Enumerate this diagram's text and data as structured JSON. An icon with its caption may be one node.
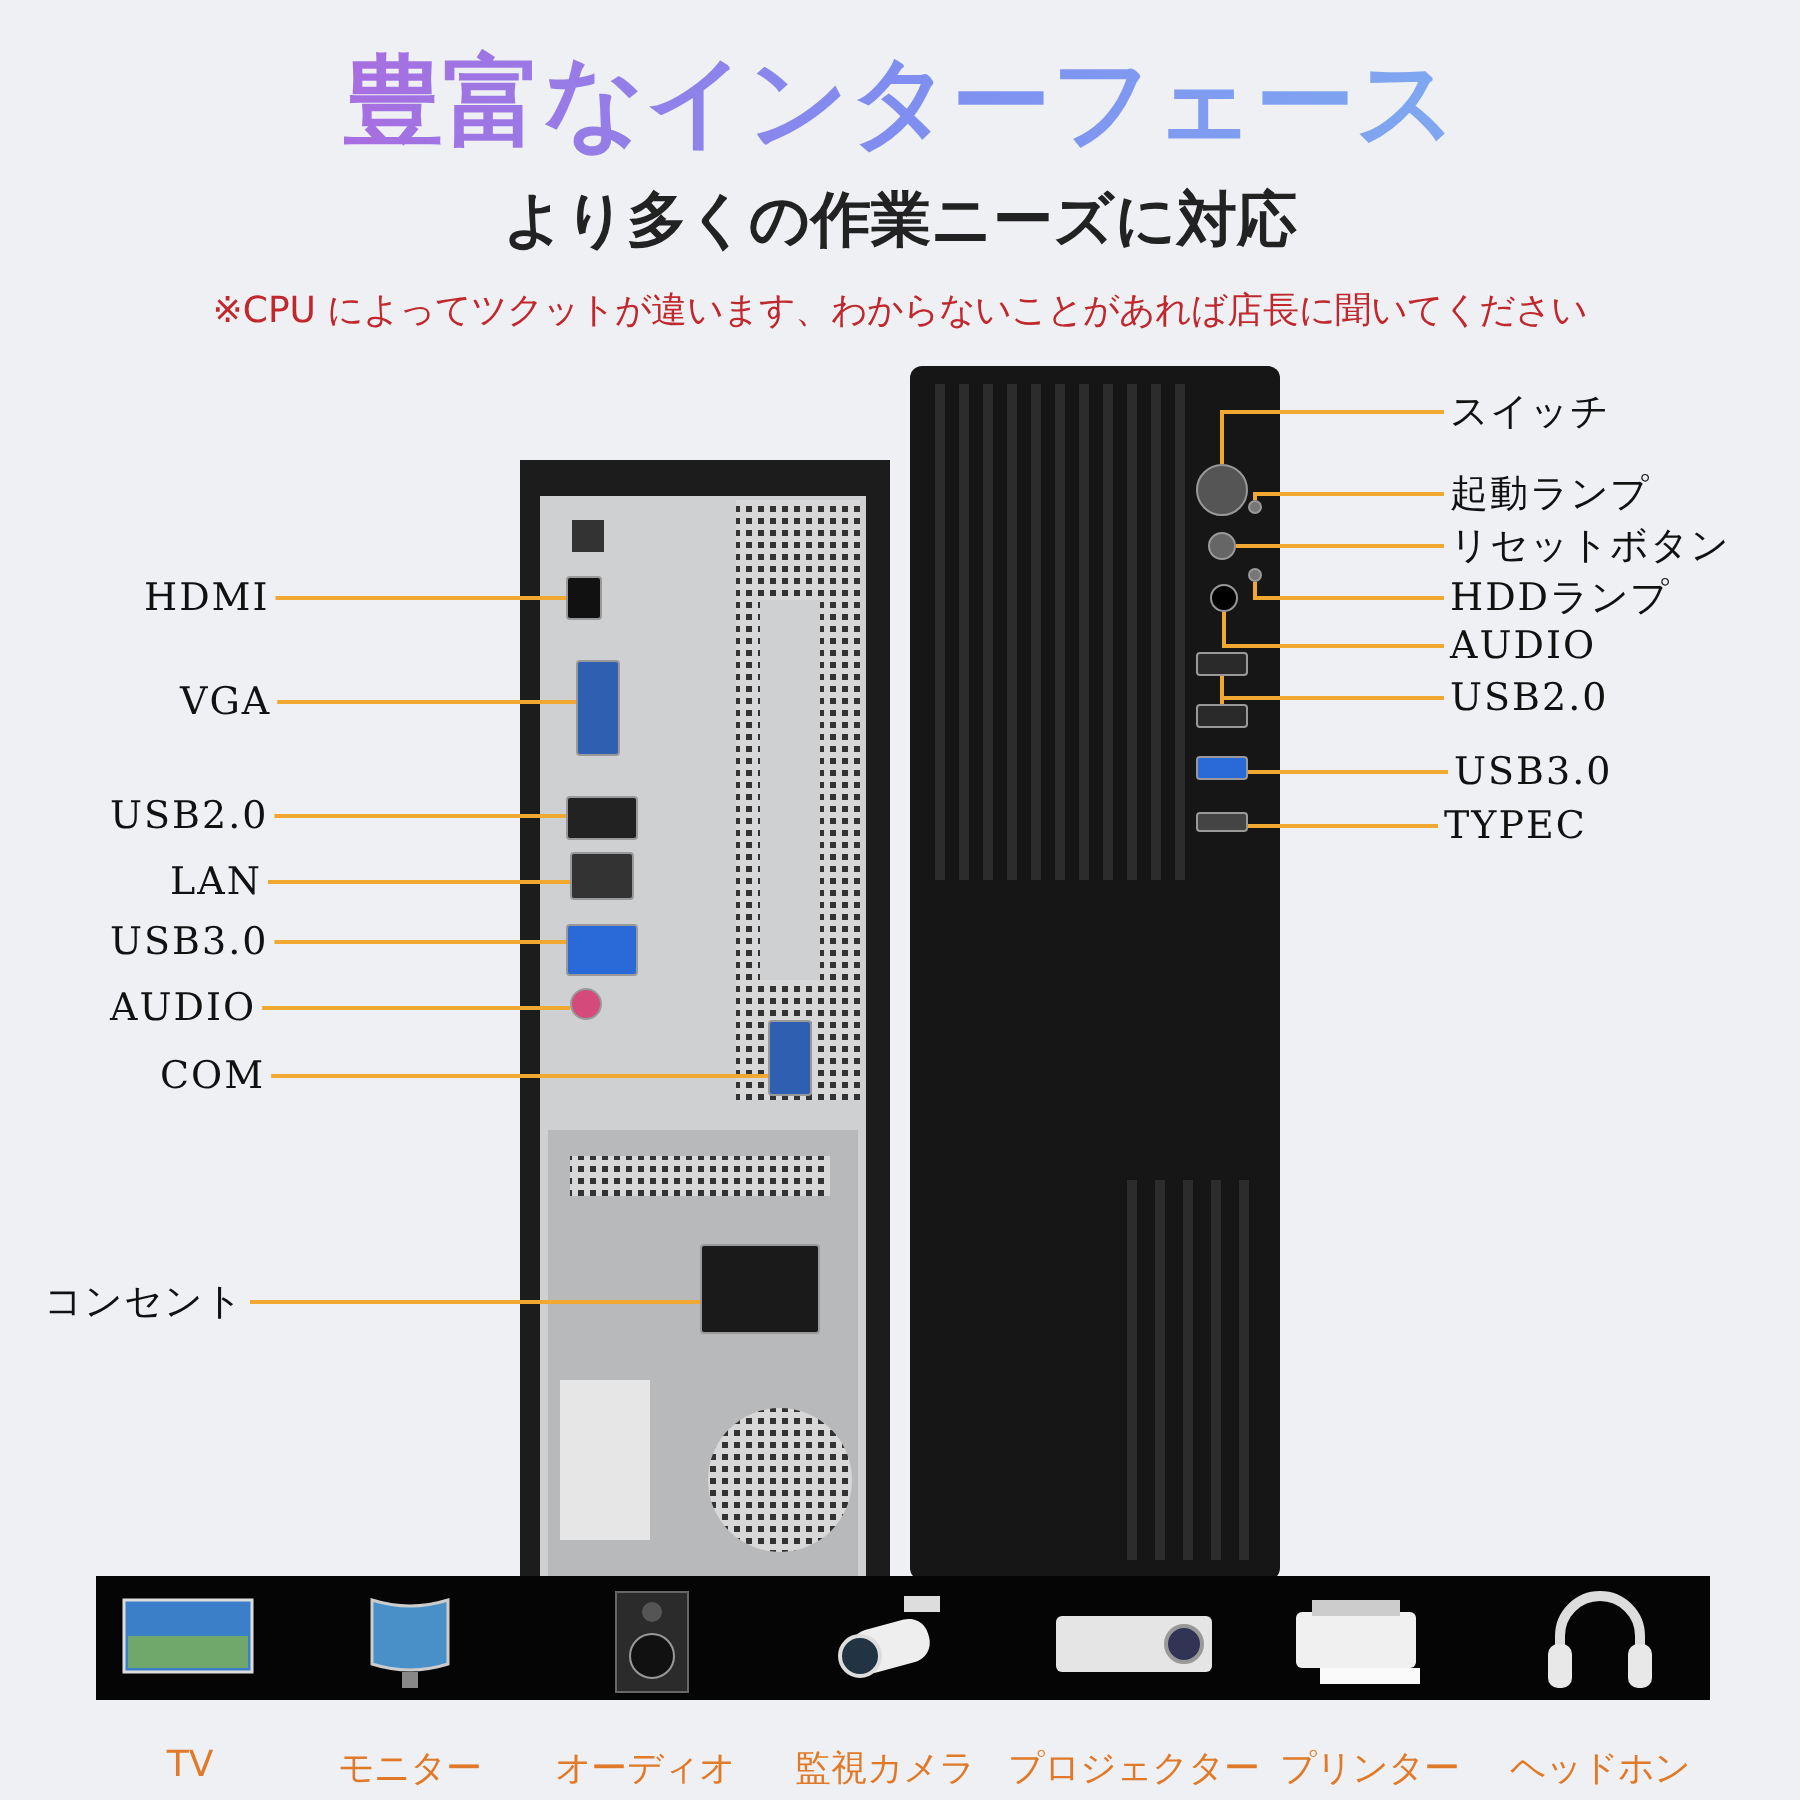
{
  "diagram": {
    "title": "豊富なインターフェース",
    "nodes": [
      {
        "text": [
          "HDMI"
        ]
      },
      {
        "text": [],
        "shape": "box"
      },
      {
        "text": [
          "VGA"
        ]
      },
      {
        "text": [],
        "shape": "box"
      },
      {
        "text": [
          "USB2.0"
        ]
      },
      {
        "text": [],
        "shape": "box"
      },
      {
        "text": [
          "LAN"
        ]
      },
      {
        "text": [],
        "shape": "box"
      },
      {
        "text": [
          "USB3.0"
        ]
      },
      {
        "text": [],
        "shape": "box"
      },
      {
        "text": [
          "AUDIO"
        ]
      },
      {
        "text": [],
        "shape": "circle"
      },
      {
        "text": [
          "COM"
        ]
      },
      {
        "text": [],
        "shape": "box"
      },
      {
        "text": [
          "コンセント"
        ]
      },
      {
        "text": [],
        "shape": "box"
      },
      {
        "text": [
          "スイッチ"
        ]
      },
      {
        "text": [],
        "shape": "circle"
      },
      {
        "text": [
          "起動ランプ"
        ]
      },
      {
        "text": [],
        "shape": "circle"
      },
      {
        "text": [
          "リセットボタン"
        ]
      },
      {
        "text": [],
        "shape": "circle"
      },
      {
        "text": [
          "HDDランプ"
        ]
      },
      {
        "text": [],
        "shape": "circle"
      },
      {
        "text": [
          "AUDIO"
        ]
      },
      {
        "text": [],
        "shape": "circle"
      },
      {
        "text": [
          "USB2.0"
        ]
      },
      {
        "text": [],
        "shape": "box"
      },
      {
        "text": [],
        "shape": "box"
      },
      {
        "text": [
          "USB3.0"
        ]
      },
      {
        "text": [],
        "shape": "box"
      },
      {
        "text": [
          "TYPEC"
        ]
      },
      {
        "text": [],
        "shape": "box"
      }
    ],
    "edges": [
      {
        "from": 0,
        "to": 1,
        "arrow": "none"
      },
      {
        "from": 2,
        "to": 3,
        "arrow": "none"
      },
      {
        "from": 4,
        "to": 5,
        "arrow": "none"
      },
      {
        "from": 6,
        "to": 7,
        "arrow": "none"
      },
      {
        "from": 8,
        "to": 9,
        "arrow": "none"
      },
      {
        "from": 10,
        "to": 11,
        "arrow": "none"
      },
      {
        "from": 12,
        "to": 13,
        "arrow": "none"
      },
      {
        "from": 14,
        "to": 15,
        "arrow": "none"
      },
      {
        "from": 16,
        "to": 17,
        "arrow": "none"
      },
      {
        "from": 18,
        "to": 19,
        "arrow": "none"
      },
      {
        "from": 20,
        "to": 21,
        "arrow": "none"
      },
      {
        "from": 22,
        "to": 23,
        "arrow": "none"
      },
      {
        "from": 24,
        "to": 25,
        "arrow": "none"
      },
      {
        "from": 26,
        "to": 27,
        "arrow": "none"
      },
      {
        "from": 26,
        "to": 28,
        "arrow": "none"
      },
      {
        "from": 29,
        "to": 30,
        "arrow": "none"
      },
      {
        "from": 31,
        "to": 32,
        "arrow": "none"
      }
    ],
    "labels": [
      "より多くの作業ニーズに対応",
      "※CPU によってツクットが違います、わからないことがあれば店長に聞いてください",
      "TV",
      "モニター",
      "オーディオ",
      "監視カメラ",
      "プロジェクター",
      "プリンター",
      "ヘッドホン"
    ]
  }
}
